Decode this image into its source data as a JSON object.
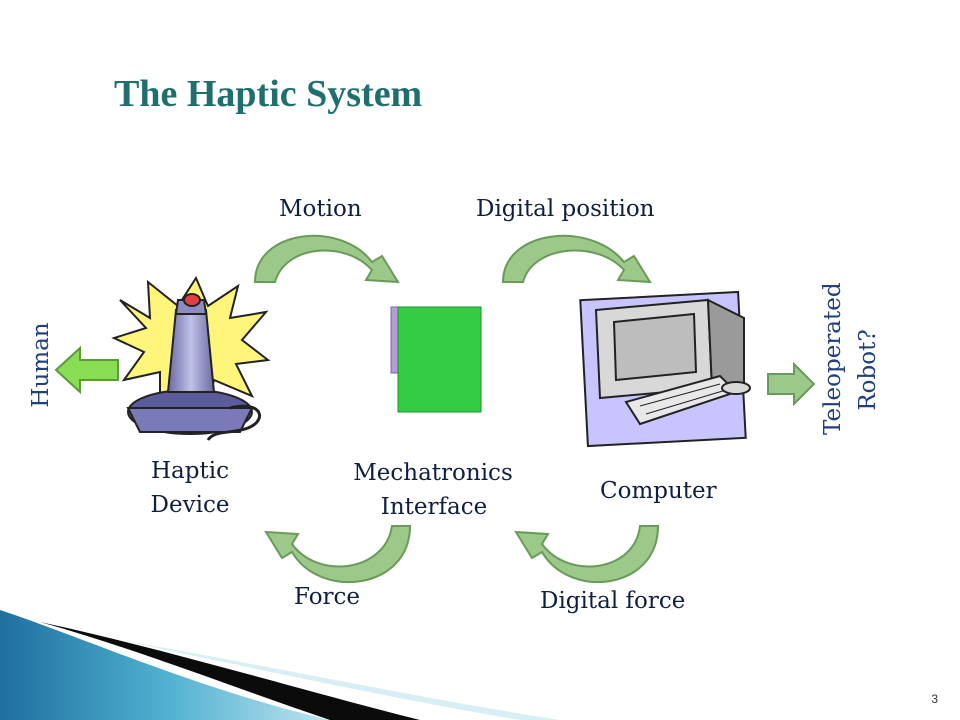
{
  "slide": {
    "title": "The Haptic System",
    "page_number": "3"
  },
  "labels": {
    "motion": "Motion",
    "digital_position": "Digital position",
    "human": "Human",
    "teleoperated": "Teleoperated",
    "robot": "Robot?",
    "haptic_device_1": "Haptic",
    "haptic_device_2": "Device",
    "mechatronics_1": "Mechatronics",
    "mechatronics_2": "Interface",
    "computer": "Computer",
    "force": "Force",
    "digital_force": "Digital force"
  },
  "icons": {
    "haptic_device": "joystick-icon",
    "interface": "circuit-board-icon",
    "computer": "computer-icon"
  },
  "colors": {
    "title": "#1f6f6f",
    "arrow_fill": "#9cc98a",
    "arrow_stroke": "#6a9a5a",
    "board": "#33cc44",
    "human_arrow": "#88dd55",
    "computer_bg": "#c8c4ff"
  }
}
